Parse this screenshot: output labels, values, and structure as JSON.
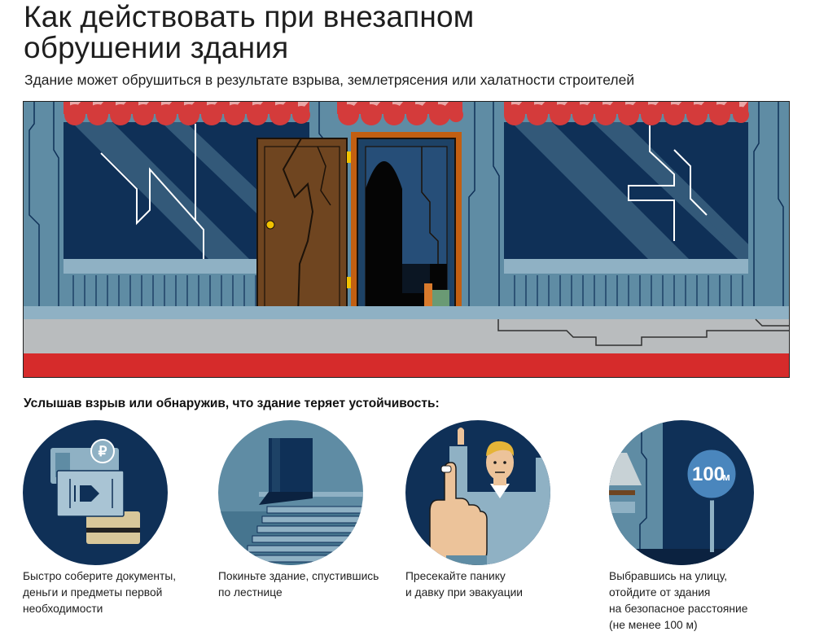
{
  "header": {
    "title_line1": "Как действовать при внезапном",
    "title_line2": "обрушении здания",
    "subtitle": "Здание может обрушиться в результате взрыва, землетрясения или халатности строителей"
  },
  "section": {
    "heading": "Услышав взрыв или обнаружив, что здание теряет устойчивость:"
  },
  "steps": [
    {
      "icon": "documents-money-icon",
      "lines": [
        "Быстро соберите документы,",
        "деньги и предметы первой",
        "необходимости"
      ]
    },
    {
      "icon": "staircase-icon",
      "lines": [
        "Покиньте здание, спустившись",
        "по лестнице"
      ]
    },
    {
      "icon": "calm-person-icon",
      "lines": [
        "Пресекайте панику",
        "и давку при эвакуации"
      ]
    },
    {
      "icon": "distance-sign-icon",
      "sign_text": "100",
      "sign_unit": "м",
      "lines": [
        "Выбравшись на улицу,",
        "отойдите от здания",
        "на безопасное расстояние",
        "(не менее 100 м)"
      ]
    }
  ],
  "colors": {
    "navy": "#0f3057",
    "steel": "#5f8ca4",
    "steel_light": "#8fb1c4",
    "awning_red": "#d43b3b",
    "awning_pink": "#e8a7a7",
    "door_brown": "#6f4520",
    "frame_orange": "#c25f12",
    "ground_red": "#d62b2b",
    "sidewalk": "#b9bcbe",
    "skin": "#ecc39a",
    "hair": "#e5b437",
    "sign_blue": "#4a86bd"
  }
}
